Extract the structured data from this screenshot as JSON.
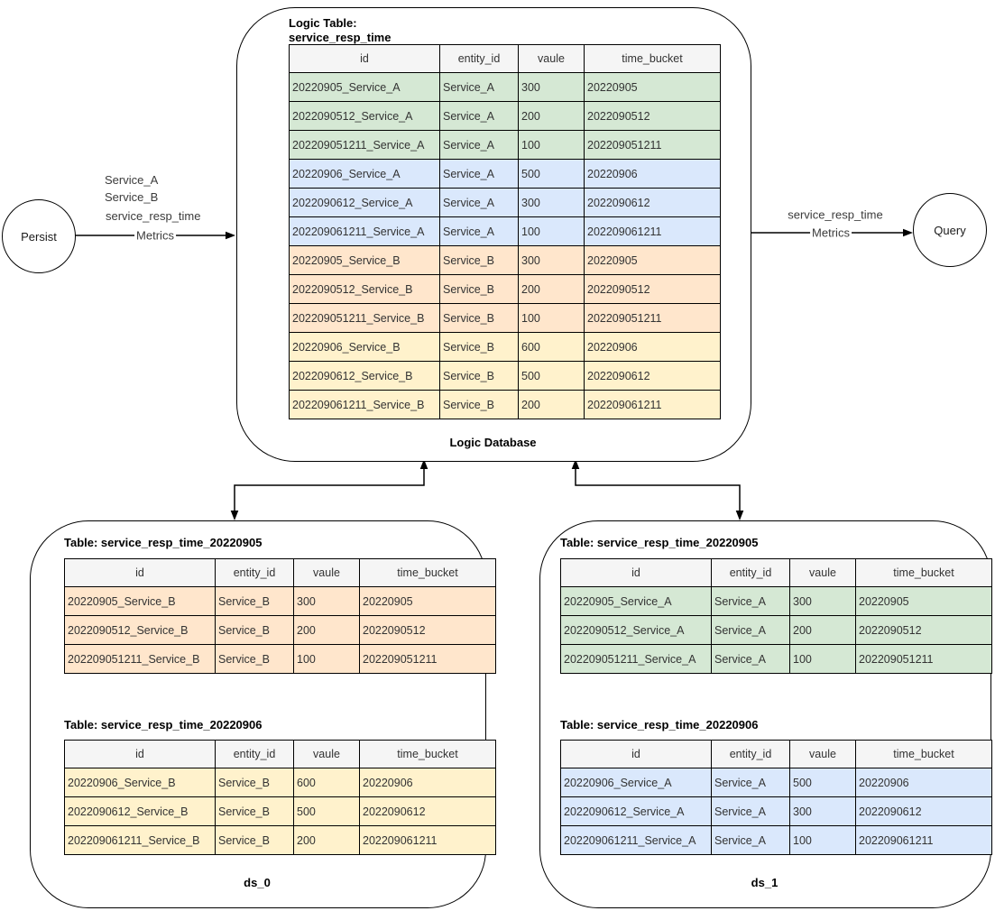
{
  "colors": {
    "green": "#d5e8d4",
    "blue": "#dae8fc",
    "orange": "#ffe6cc",
    "yellow": "#fff2cc",
    "header_bg": "#f5f5f5",
    "border": "#000000"
  },
  "nodes": {
    "persist": {
      "label": "Persist"
    },
    "query": {
      "label": "Query"
    }
  },
  "edges": {
    "persist_to_db": {
      "entities": [
        "Service_A",
        "Service_B"
      ],
      "metric": "service_resp_time",
      "label": "Metrics"
    },
    "db_to_query": {
      "metric": "service_resp_time",
      "label": "Metrics"
    }
  },
  "logic_db": {
    "title_line1": "Logic Table:",
    "title_line2": "service_resp_time",
    "caption": "Logic Database",
    "table": {
      "columns": [
        "id",
        "entity_id",
        "vaule",
        "time_bucket"
      ],
      "row_colors": [
        "green",
        "green",
        "green",
        "blue",
        "blue",
        "blue",
        "orange",
        "orange",
        "orange",
        "yellow",
        "yellow",
        "yellow"
      ],
      "rows": [
        [
          "20220905_Service_A",
          "Service_A",
          "300",
          "20220905"
        ],
        [
          "2022090512_Service_A",
          "Service_A",
          "200",
          "2022090512"
        ],
        [
          "202209051211_Service_A",
          "Service_A",
          "100",
          "202209051211"
        ],
        [
          "20220906_Service_A",
          "Service_A",
          "500",
          "20220906"
        ],
        [
          "2022090612_Service_A",
          "Service_A",
          "300",
          "2022090612"
        ],
        [
          "202209061211_Service_A",
          "Service_A",
          "100",
          "202209061211"
        ],
        [
          "20220905_Service_B",
          "Service_B",
          "300",
          "20220905"
        ],
        [
          "2022090512_Service_B",
          "Service_B",
          "200",
          "2022090512"
        ],
        [
          "202209051211_Service_B",
          "Service_B",
          "100",
          "202209051211"
        ],
        [
          "20220906_Service_B",
          "Service_B",
          "600",
          "20220906"
        ],
        [
          "2022090612_Service_B",
          "Service_B",
          "500",
          "2022090612"
        ],
        [
          "202209061211_Service_B",
          "Service_B",
          "200",
          "202209061211"
        ]
      ]
    }
  },
  "ds_0": {
    "caption": "ds_0",
    "table_905": {
      "title": "Table: service_resp_time_20220905",
      "columns": [
        "id",
        "entity_id",
        "vaule",
        "time_bucket"
      ],
      "row_color": "orange",
      "rows": [
        [
          "20220905_Service_B",
          "Service_B",
          "300",
          "20220905"
        ],
        [
          "2022090512_Service_B",
          "Service_B",
          "200",
          "2022090512"
        ],
        [
          "202209051211_Service_B",
          "Service_B",
          "100",
          "202209051211"
        ]
      ]
    },
    "table_906": {
      "title": "Table: service_resp_time_20220906",
      "columns": [
        "id",
        "entity_id",
        "vaule",
        "time_bucket"
      ],
      "row_color": "yellow",
      "rows": [
        [
          "20220906_Service_B",
          "Service_B",
          "600",
          "20220906"
        ],
        [
          "2022090612_Service_B",
          "Service_B",
          "500",
          "2022090612"
        ],
        [
          "202209061211_Service_B",
          "Service_B",
          "200",
          "202209061211"
        ]
      ]
    }
  },
  "ds_1": {
    "caption": "ds_1",
    "table_905": {
      "title": "Table: service_resp_time_20220905",
      "columns": [
        "id",
        "entity_id",
        "vaule",
        "time_bucket"
      ],
      "row_color": "green",
      "rows": [
        [
          "20220905_Service_A",
          "Service_A",
          "300",
          "20220905"
        ],
        [
          "2022090512_Service_A",
          "Service_A",
          "200",
          "2022090512"
        ],
        [
          "202209051211_Service_A",
          "Service_A",
          "100",
          "202209051211"
        ]
      ]
    },
    "table_906": {
      "title": "Table: service_resp_time_20220906",
      "columns": [
        "id",
        "entity_id",
        "vaule",
        "time_bucket"
      ],
      "row_color": "blue",
      "rows": [
        [
          "20220906_Service_A",
          "Service_A",
          "500",
          "20220906"
        ],
        [
          "2022090612_Service_A",
          "Service_A",
          "300",
          "2022090612"
        ],
        [
          "202209061211_Service_A",
          "Service_A",
          "100",
          "202209061211"
        ]
      ]
    }
  }
}
